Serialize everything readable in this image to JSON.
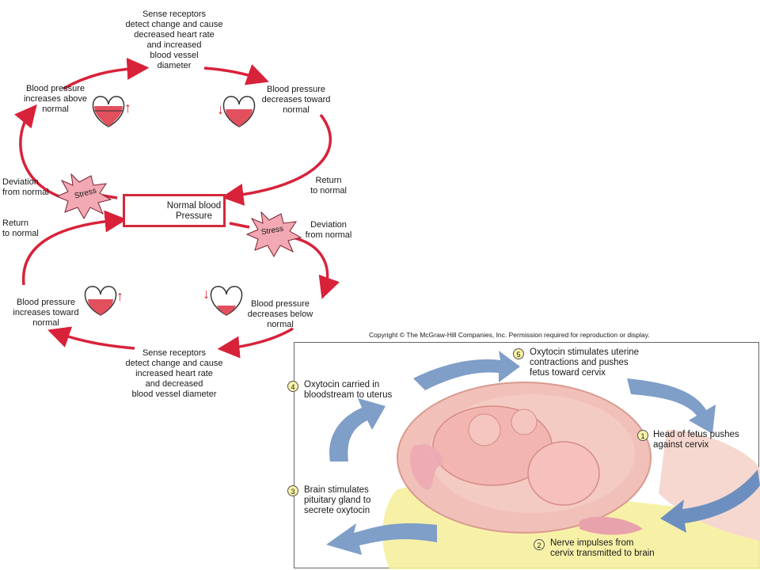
{
  "homeostasis": {
    "top_receptor": "Sense receptors\ndetect change and cause\ndecreased heart rate\nand increased\nblood vessel\ndiameter",
    "bp_increases_above": "Blood pressure\nincreases above\nnormal",
    "bp_decreases_toward": "Blood pressure\ndecreases toward\nnormal",
    "deviation_top": "Deviation\nfrom normal",
    "return_top": "Return\nto normal",
    "stress_top": "Stress",
    "normal_bp": "Normal blood\nPressure",
    "stress_bottom": "Stress",
    "return_bottom": "Return\nto normal",
    "deviation_bottom": "Deviation\nfrom normal",
    "bp_increases_toward": "Blood pressure\nincreases toward\nnormal",
    "bp_decreases_below": "Blood pressure\ndecreases below\nnormal",
    "bottom_receptor": "Sense receptors\ndetect change and cause\nincreased heart rate\nand decreased\nblood vessel diameter",
    "up_arrow": "↑",
    "down_arrow": "↓"
  },
  "childbirth": {
    "copyright": "Copyright © The McGraw-Hill Companies, Inc. Permission required for reproduction or display.",
    "steps": [
      {
        "num": "1",
        "text": "Head of fetus pushes\nagainst cervix"
      },
      {
        "num": "2",
        "text": "Nerve impulses from\ncervix transmitted to brain"
      },
      {
        "num": "3",
        "text": "Brain stimulates\npituitary gland to\nsecrete oxytocin"
      },
      {
        "num": "4",
        "text": "Oxytocin carried in\nbloodstream to uterus"
      },
      {
        "num": "5",
        "text": "Oxytocin stimulates uterine\ncontractions and pushes\nfetus toward cervix"
      }
    ]
  },
  "colors": {
    "arrow_red": "#d8223a",
    "heart_fill": "#e2505e",
    "panel_arrow": "#7f9ec8"
  }
}
